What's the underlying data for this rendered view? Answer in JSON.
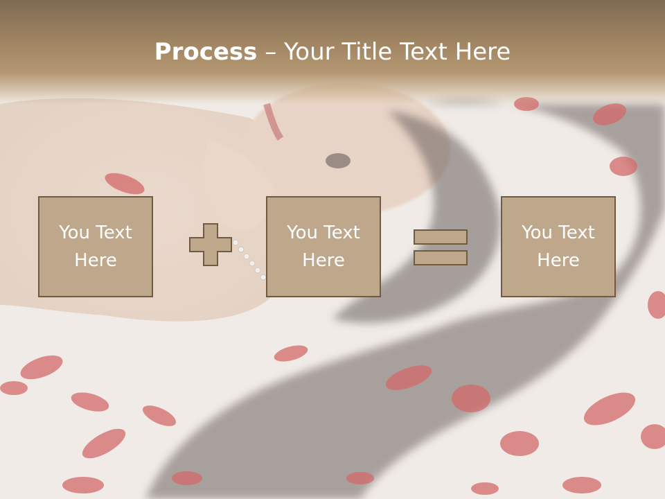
{
  "title": {
    "bold": "Process",
    "separator": " – ",
    "rest": "Your Title Text Here"
  },
  "boxes": [
    {
      "label": "You Text\nHere"
    },
    {
      "label": "You Text\nHere"
    },
    {
      "label": "You Text\nHere"
    }
  ],
  "operators": [
    "plus-icon",
    "equals-icon"
  ],
  "colors": {
    "box_fill": "#bea78a",
    "box_border": "#6f5a42",
    "title_band": "#9c8160",
    "text": "#ffffff"
  }
}
